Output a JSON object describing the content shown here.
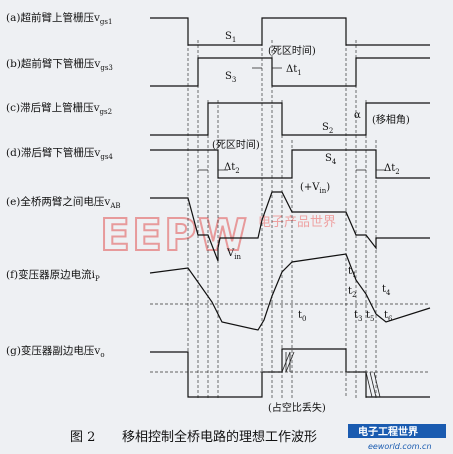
{
  "rows": [
    {
      "label": "(a)超前臂上管栅压v",
      "sub": "gs1"
    },
    {
      "label": "(b)超前臂下管栅压v",
      "sub": "gs3"
    },
    {
      "label": "(c)滞后臂上管栅压v",
      "sub": "gs2"
    },
    {
      "label": "(d)滞后臂下管栅压v",
      "sub": "gs4"
    },
    {
      "label": "(e)全桥两臂之间电压v",
      "sub": "AB"
    },
    {
      "label": "(f)变压器原边电流i",
      "sub": "P"
    },
    {
      "label": "(g)变压器副边电压v",
      "sub": "o"
    }
  ],
  "annotations": {
    "s1": "S",
    "s1_sub": "1",
    "s3": "S",
    "s3_sub": "3",
    "s2": "S",
    "s2_sub": "2",
    "s4": "S",
    "s4_sub": "4",
    "dead_time_1": "(死区时间)",
    "dead_time_2": "(死区时间)",
    "dt1": "Δt",
    "dt1_sub": "1",
    "dt2_a": "Δt",
    "dt2_a_sub": "2",
    "dt2_b": "Δt",
    "dt2_b_sub": "2",
    "alpha": "α",
    "phase_shift": "(移相角)",
    "plus_vin": "(+V",
    "plus_vin_sub": "in",
    "plus_vin_end": ")",
    "minus_vin": "V",
    "minus_vin_sub": "in",
    "duty_loss": "(占空比丢失)",
    "t0": "t",
    "t0_sub": "0",
    "t1": "t",
    "t1_sub": "1",
    "t2": "t",
    "t2_sub": "2",
    "t3": "t",
    "t3_sub": "3",
    "t4": "t",
    "t4_sub": "4",
    "t5": "t",
    "t5_sub": "5",
    "t6": "t",
    "t6_sub": "6"
  },
  "caption": {
    "figure_no": "图 2",
    "title": "移相控制全桥电路的理想工作波形"
  },
  "watermark": {
    "letters": "EEPW",
    "tagline": "电子产品世界"
  },
  "logo": {
    "name": "电子工程世界",
    "url": "eeworld.com.cn"
  }
}
